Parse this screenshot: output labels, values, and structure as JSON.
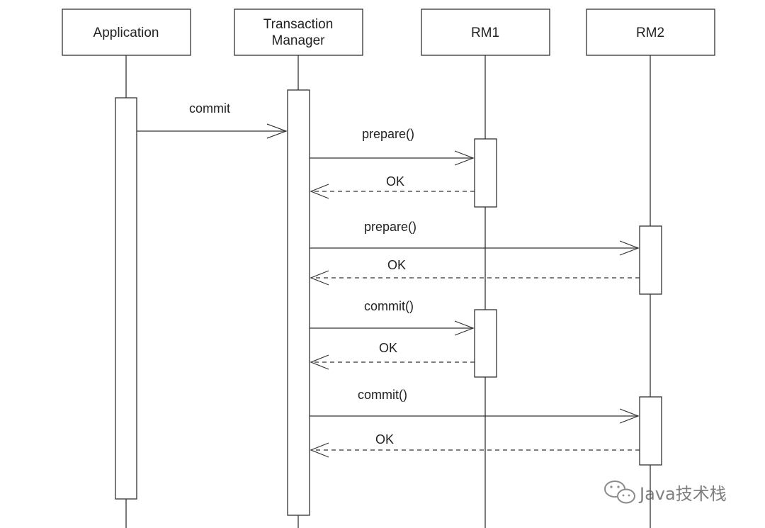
{
  "participants": [
    {
      "label_lines": [
        "Application"
      ]
    },
    {
      "label_lines": [
        "Transaction",
        "Manager"
      ]
    },
    {
      "label_lines": [
        "RM1"
      ]
    },
    {
      "label_lines": [
        "RM2"
      ]
    }
  ],
  "messages": [
    {
      "label": "commit",
      "from": 0,
      "to": 1,
      "style": "solid"
    },
    {
      "label": "prepare()",
      "from": 1,
      "to": 2,
      "style": "solid"
    },
    {
      "label": "OK",
      "from": 2,
      "to": 1,
      "style": "dashed"
    },
    {
      "label": "prepare()",
      "from": 1,
      "to": 3,
      "style": "solid"
    },
    {
      "label": "OK",
      "from": 3,
      "to": 1,
      "style": "dashed"
    },
    {
      "label": "commit()",
      "from": 1,
      "to": 2,
      "style": "solid"
    },
    {
      "label": "OK",
      "from": 2,
      "to": 1,
      "style": "dashed"
    },
    {
      "label": "commit()",
      "from": 1,
      "to": 3,
      "style": "solid"
    },
    {
      "label": "OK",
      "from": 3,
      "to": 1,
      "style": "dashed"
    }
  ],
  "watermark": {
    "text": "Java技术栈",
    "icon": "wechat-icon"
  }
}
